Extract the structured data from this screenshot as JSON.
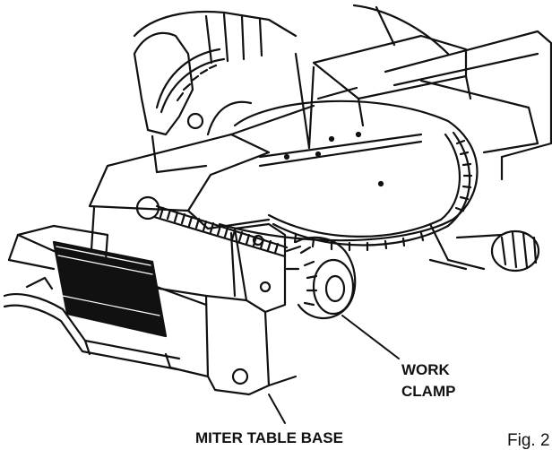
{
  "figure": {
    "labels": {
      "work_clamp_line1": "WORK",
      "work_clamp_line2": "CLAMP",
      "miter_table_base": "MITER TABLE BASE",
      "fig_caption": "Fig. 2"
    }
  },
  "colors": {
    "ink": "#111111",
    "paper": "#ffffff"
  }
}
